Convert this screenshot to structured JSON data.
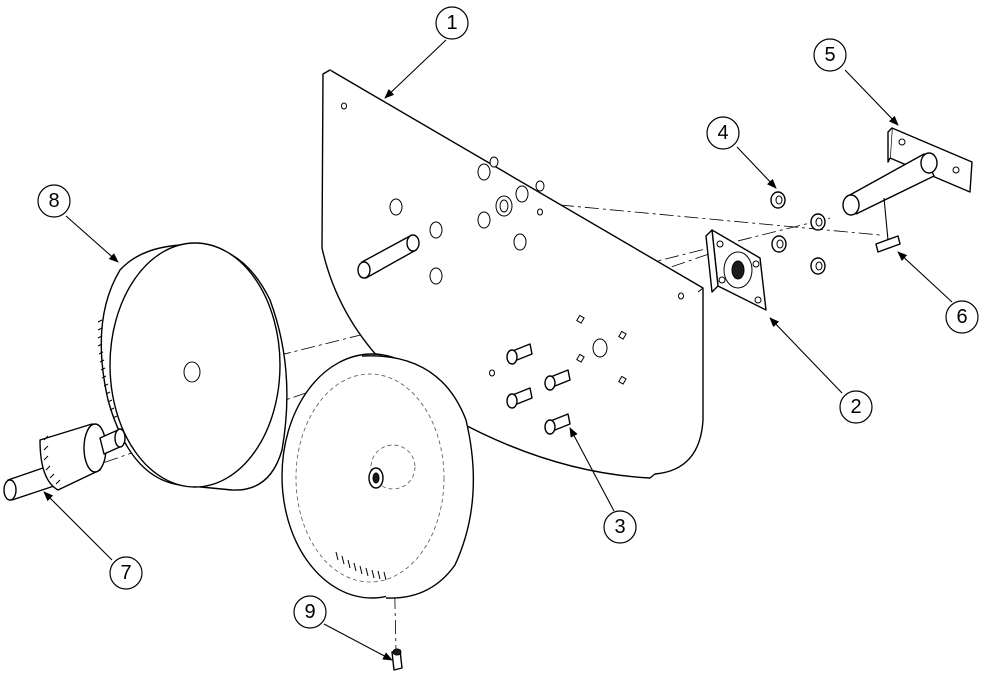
{
  "balloons": [
    {
      "id": "1",
      "label": "1"
    },
    {
      "id": "2",
      "label": "2"
    },
    {
      "id": "3",
      "label": "3"
    },
    {
      "id": "4",
      "label": "4"
    },
    {
      "id": "5",
      "label": "5"
    },
    {
      "id": "6",
      "label": "6"
    },
    {
      "id": "7",
      "label": "7"
    },
    {
      "id": "8",
      "label": "8"
    },
    {
      "id": "9",
      "label": "9"
    }
  ]
}
